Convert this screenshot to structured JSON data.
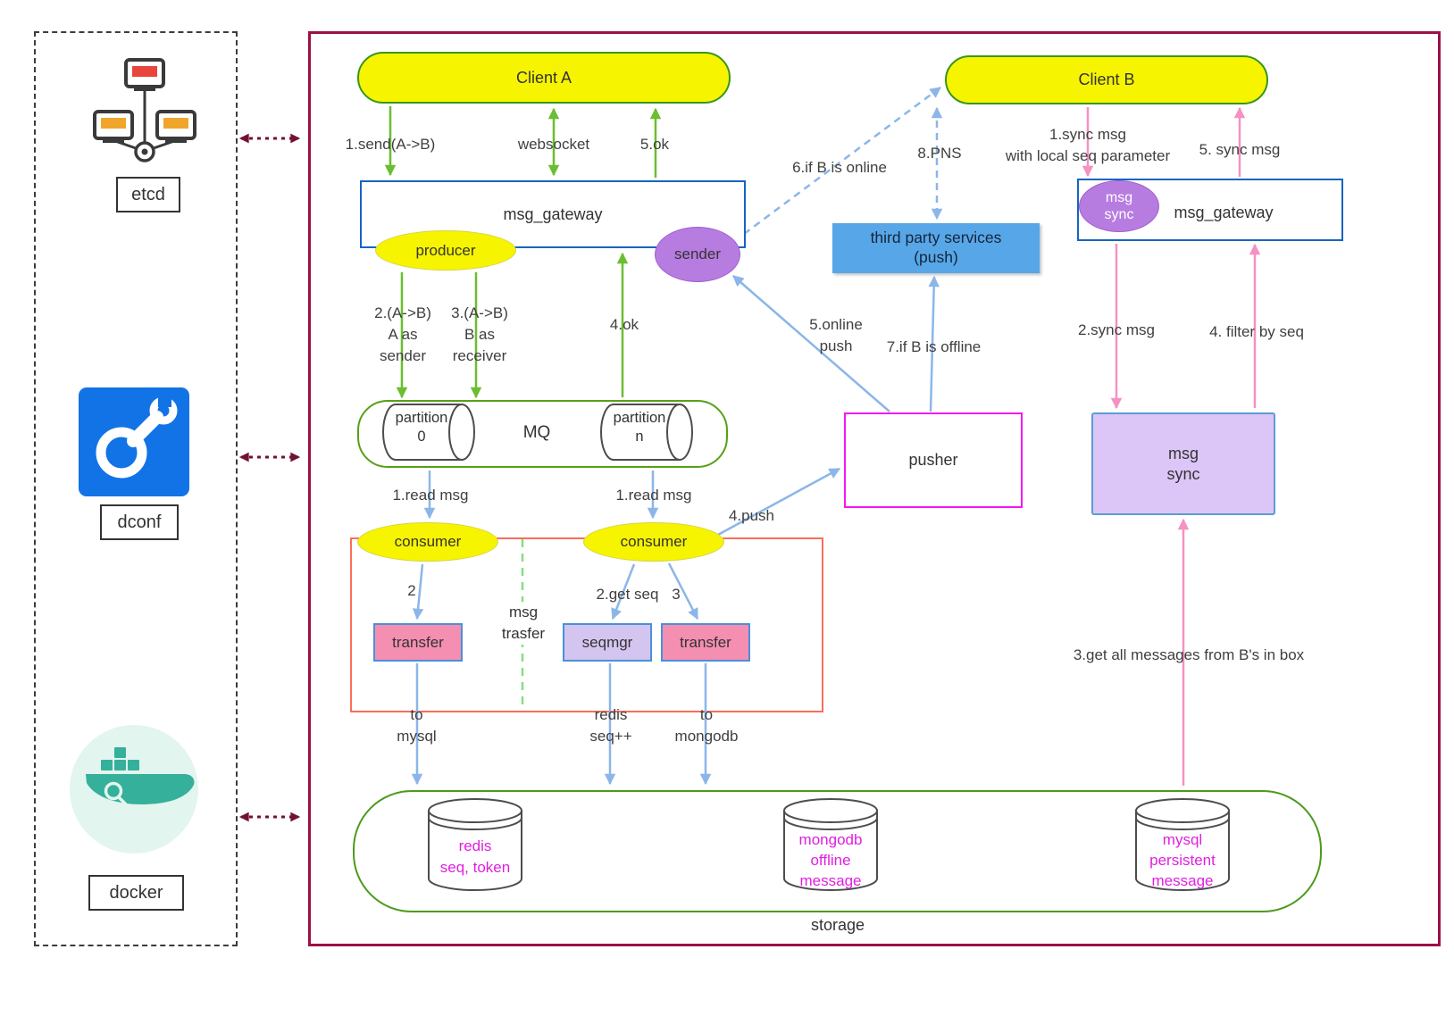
{
  "sidebar": {
    "items": [
      {
        "icon": "etcd-cluster-icon",
        "label": "etcd"
      },
      {
        "icon": "dconf-wrench-icon",
        "label": "dconf"
      },
      {
        "icon": "docker-whale-icon",
        "label": "docker"
      }
    ]
  },
  "nodes": {
    "client_a": "Client A",
    "client_b": "Client B",
    "msg_gateway_left": "msg_gateway",
    "msg_gateway_right": "msg_gateway",
    "producer": "producer",
    "sender": "sender",
    "third_party_services": "third party services\n(push)",
    "msg_sync_ellipse": "msg\nsync",
    "mq": "MQ",
    "partition_0": "partition\n0",
    "partition_n": "partition\nn",
    "pusher": "pusher",
    "msg_sync_box": "msg\nsync",
    "consumer_left": "consumer",
    "consumer_right": "consumer",
    "transfer_left": "transfer",
    "seqmgr": "seqmgr",
    "transfer_right": "transfer",
    "msg_transfer_group": "msg\ntrasfer",
    "storage": "storage",
    "redis": "redis\nseq, token",
    "mongodb": "mongodb\noffline\nmessage",
    "mysql": "mysql\npersistent\nmessage"
  },
  "edge_labels": {
    "send_a_b": "1.send(A->B)",
    "websocket": "websocket",
    "ok_5": "5.ok",
    "if_b_online": "6.if B is online",
    "pns": "8.PNS",
    "sync_msg_local_seq": "1.sync msg\nwith local seq parameter",
    "sync_msg_5": "5. sync msg",
    "a_as_sender": "2.(A->B)\nA as\nsender",
    "b_as_receiver": "3.(A->B)\nB as\nreceiver",
    "ok_4": "4.ok",
    "online_push": "5.online\npush",
    "if_b_offline": "7.if B is offline",
    "sync_msg_2": "2.sync msg",
    "filter_by_seq": "4. filter by seq",
    "read_msg_left": "1.read msg",
    "read_msg_right": "1.read msg",
    "push_4": "4.push",
    "step_2": "2",
    "get_seq": "2.get seq",
    "step_3": "3",
    "to_mysql": "to\nmysql",
    "redis_seq_incr": "redis\nseq++",
    "to_mongodb": "to\nmongodb",
    "get_all_messages": "3.get all messages from B's in box"
  },
  "colors": {
    "client_yellow": "#f7f400",
    "green_arrow": "#6abe30",
    "blue_arrow": "#8cb6e8",
    "pink_arrow": "#f591c3",
    "maroon_border": "#9c1048",
    "maroon_arrow": "#741035",
    "gateway_blue_border": "#1664c0",
    "purple_node": "#b77ce0",
    "third_party_blue": "#57a7e8",
    "pink_box": "#f48fb1",
    "lavender_box": "#d4c5f0",
    "magenta_border": "#f318f3",
    "green_border": "#56a018",
    "red_region_border": "#fa6d5d",
    "db_label_magenta": "#e01fe0"
  }
}
